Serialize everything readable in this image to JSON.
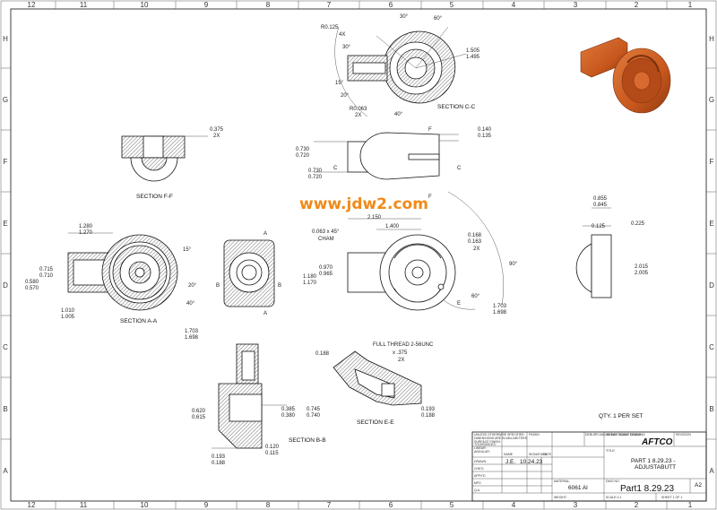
{
  "border": {
    "columns": [
      "12",
      "11",
      "10",
      "9",
      "8",
      "7",
      "6",
      "5",
      "4",
      "3",
      "2",
      "1"
    ],
    "rows": [
      "H",
      "G",
      "F",
      "E",
      "D",
      "C",
      "B",
      "A"
    ]
  },
  "watermark": "www.jdw2.com",
  "sections": {
    "ff": "SECTION F-F",
    "aa": "SECTION A-A",
    "bb": "SECTION B-B",
    "cc": "SECTION C-C",
    "ee": "SECTION E-E"
  },
  "dims": {
    "cc_r": "R0.125",
    "cc_4x": "4X",
    "cc_30a": "30°",
    "cc_30b": "30°",
    "cc_60": "60°",
    "cc_1505": "1.505",
    "cc_1495": "1.495",
    "cc_r063": "R0.063",
    "cc_2x": "2X",
    "cc_40": "40°",
    "cc_15": "15°",
    "cc_20": "20°",
    "ff_375": "0.375",
    "ff_2x": "2X",
    "top_730a": "0.730",
    "top_720a": "0.720",
    "top_730b": "0.730",
    "top_720b": "0.720",
    "top_140": "0.140",
    "top_135": "0.135",
    "cut_c": "C",
    "cut_f": "F",
    "aa_1280": "1.280",
    "aa_1270": "1.270",
    "aa_715": "0.715",
    "aa_710": "0.710",
    "aa_580": "0.580",
    "aa_570": "0.570",
    "aa_1010": "1.010",
    "aa_1005": "1.005",
    "aa_1703": "1.703",
    "aa_1698": "1.698",
    "aa_15": "15°",
    "aa_20": "20°",
    "aa_40": "40°",
    "cut_a": "A",
    "cut_b": "B",
    "f_2150": "2.150",
    "f_1400": "1.400",
    "f_cham1": "0.063 x 45°",
    "f_cham2": "CHAM",
    "f_970": "0.970",
    "f_965": "0.965",
    "f_1180": "1.180",
    "f_1170": "1.170",
    "f_168": "0.168",
    "f_163": "0.163",
    "f_2x": "2X",
    "f_90": "90°",
    "f_60": "60°",
    "f_1703": "1.703",
    "f_1698": "1.698",
    "cut_e": "E",
    "r_855": "0.855",
    "r_845": "0.845",
    "r_125": "0.125",
    "r_225": "0.225",
    "r_2015": "2.015",
    "r_2005": "2.005",
    "bb_620": "0.620",
    "bb_615": "0.615",
    "bb_385": "0.385",
    "bb_380": "0.380",
    "bb_745": "0.745",
    "bb_740": "0.740",
    "bb_120": "0.120",
    "bb_115": "0.115",
    "bb_193": "0.193",
    "bb_188": "0.188",
    "ee_188": "0.188",
    "ee_thread": "FULL THREAD 2-56UNC",
    "ee_x": "x .375",
    "ee_2x": "2X",
    "ee_193": "0.193",
    "ee_188b": "0.188"
  },
  "note_qty": "QTY. 1 PER SET",
  "title_block": {
    "company": "AFTCO",
    "title_line1": "PART 1 8.29.23 -",
    "title_line2": "ADJUSTABUTT",
    "drawn_name": "J.E.",
    "drawn_date": "10.24.23",
    "material": "6061 Al",
    "dwg_no": "Part1  8.29.23",
    "size": "A2",
    "lbl_drawn": "DRAWN",
    "lbl_chkd": "CHK'D",
    "lbl_appvd": "APPV'D",
    "lbl_mfg": "MFG",
    "lbl_qa": "Q.A",
    "lbl_name": "NAME",
    "lbl_sig": "SIGNATURE",
    "lbl_date": "DATE",
    "lbl_material": "MATERIAL:",
    "lbl_weight": "WEIGHT:",
    "lbl_scale": "SCALE:1:1",
    "lbl_sheet": "SHEET 1 OF 1",
    "lbl_title": "TITLE:",
    "lbl_dwgno": "DWG NO.",
    "lbl_revision": "REVISION",
    "lbl_dontscale": "DO NOT SCALE DRAWING",
    "lbl_finish": "FINISH:",
    "lbl_deburr": "DEBURR AND BREAK SHARP EDGES",
    "lbl_unless": "UNLESS OTHERWISE SPECIFIED:",
    "lbl_dims": "DIMENSIONS ARE IN MILLIMETERS",
    "lbl_surface": "SURFACE FINISH:",
    "lbl_tol": "TOLERANCES:",
    "lbl_linear": "LINEAR:",
    "lbl_angular": "ANGULAR:"
  },
  "colors": {
    "part": "#c8581e",
    "watermark": "#f08a1a"
  }
}
